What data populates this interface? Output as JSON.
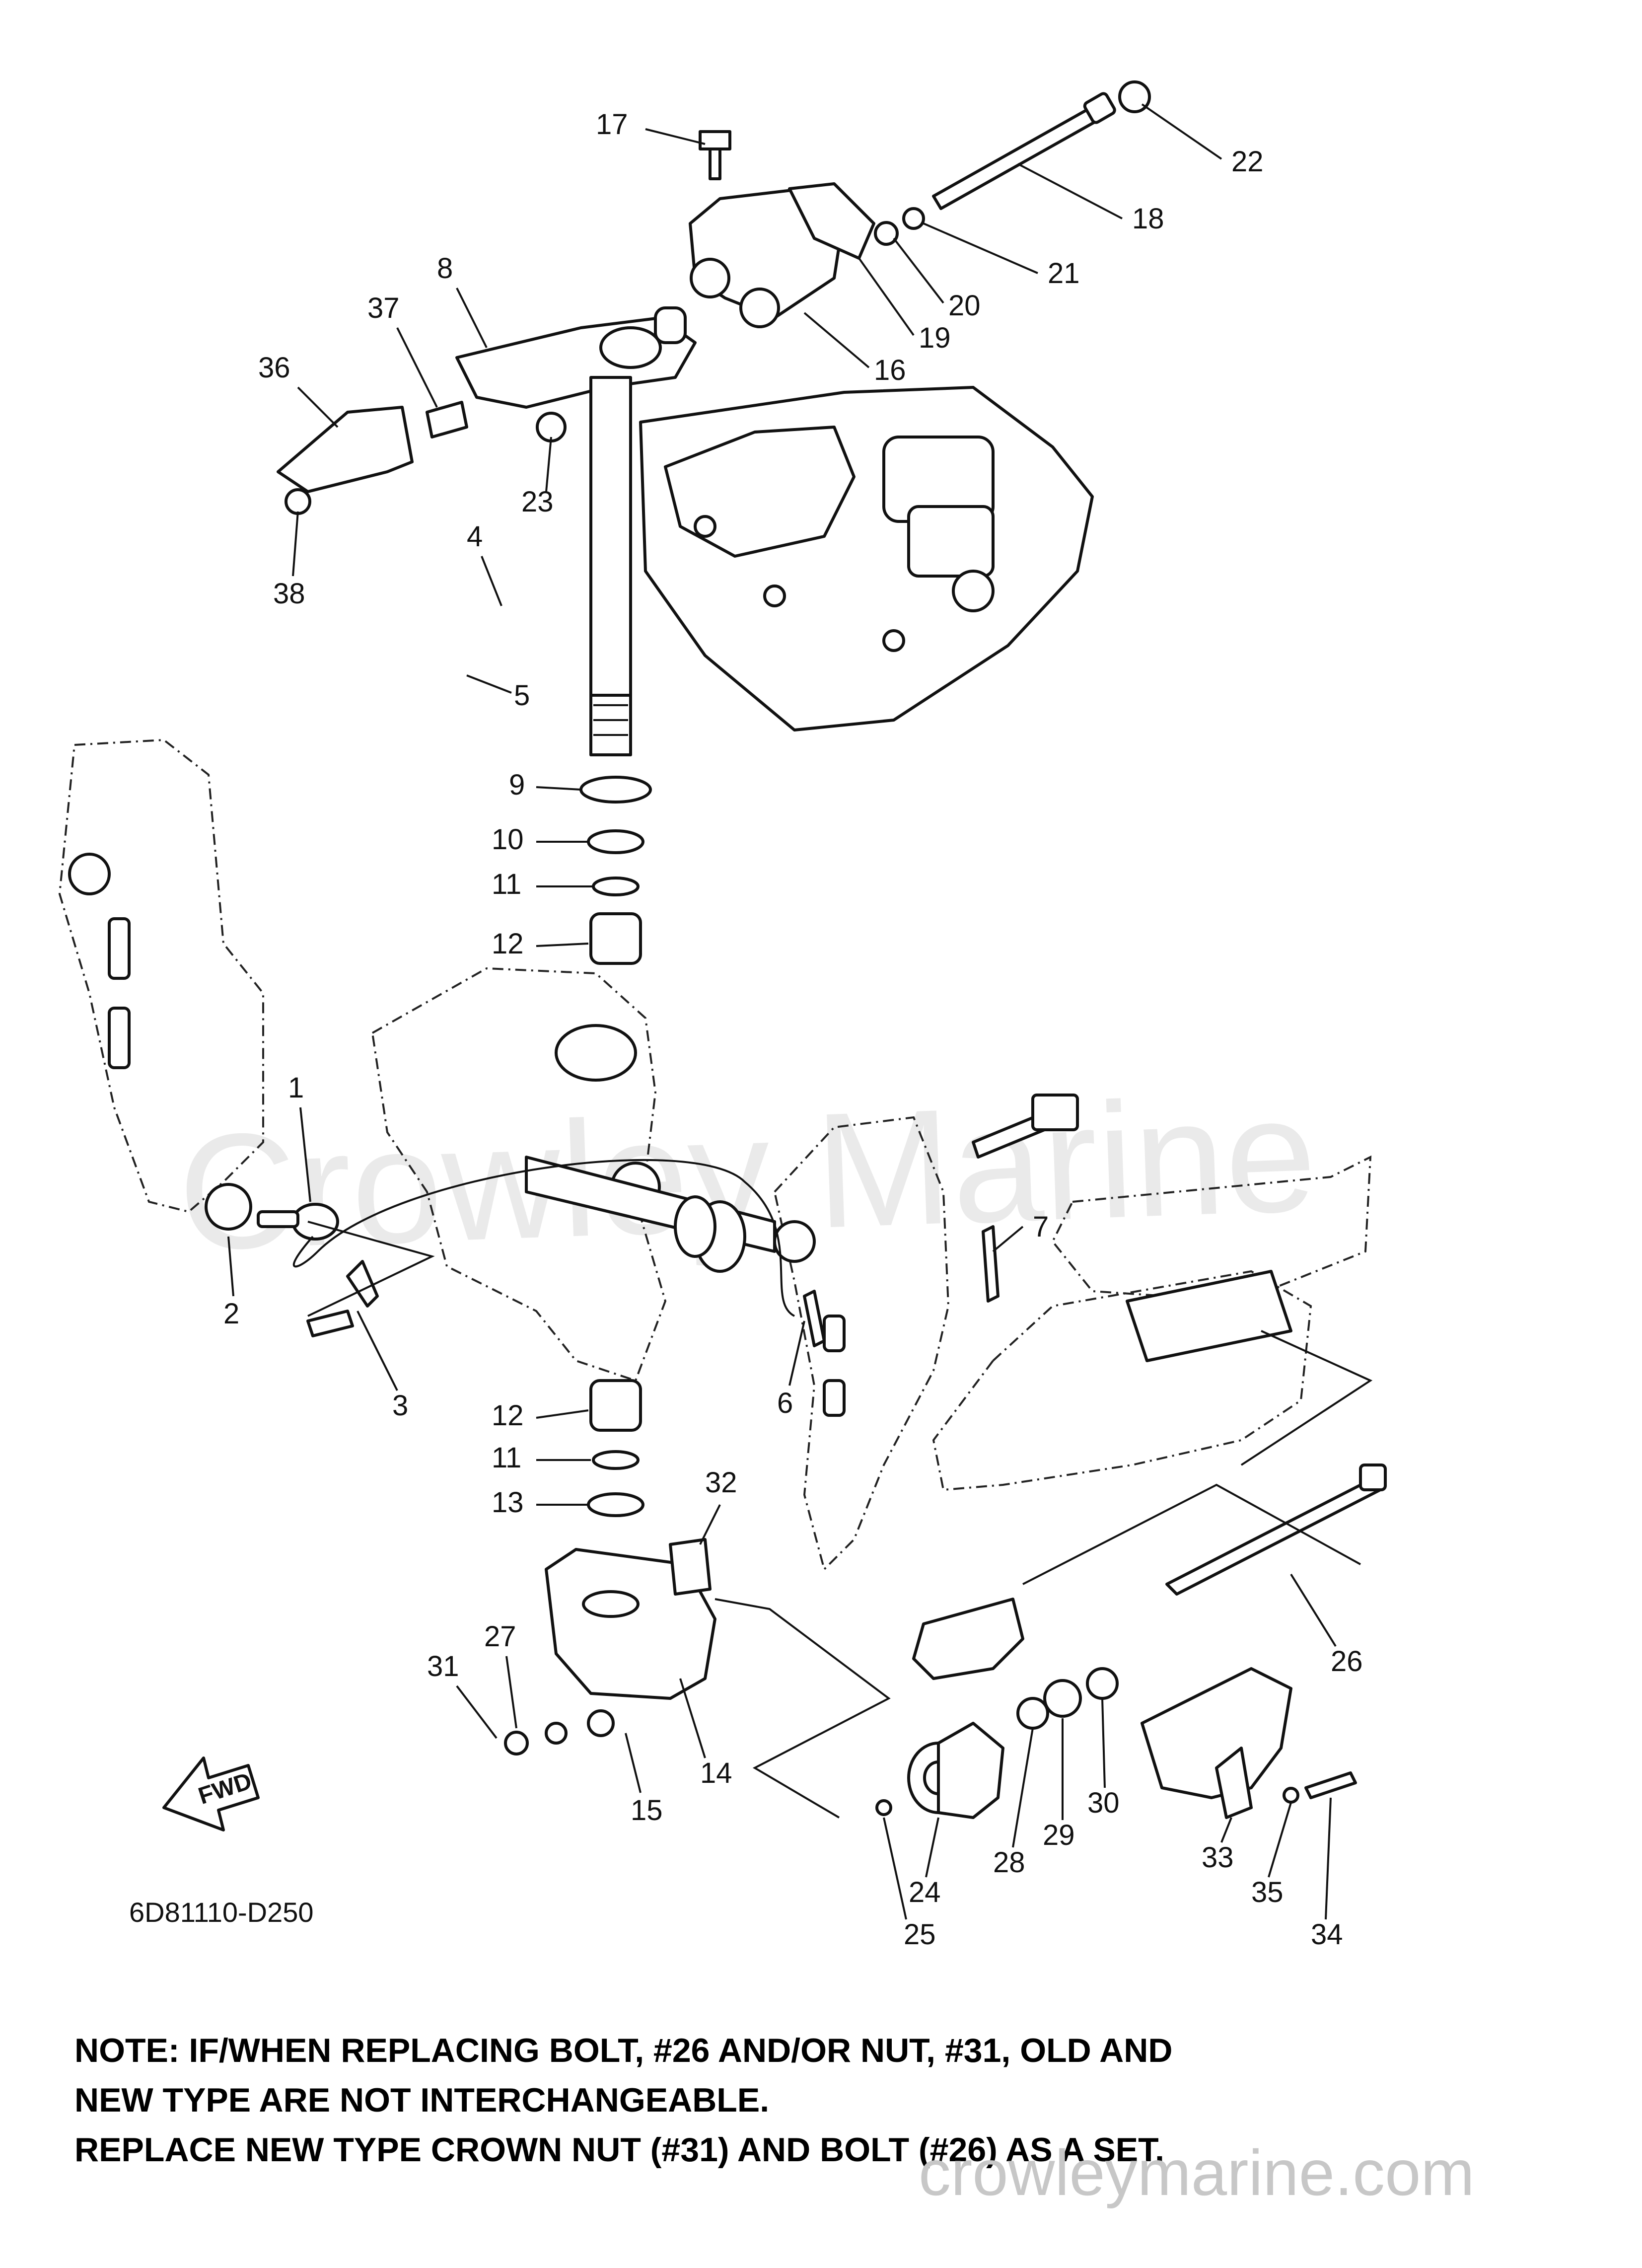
{
  "diagram": {
    "part_code": "6D81110-D250",
    "fwd_label": "FWD",
    "watermark": "Crowley Marine",
    "site_watermark": "crowleymarine.com",
    "callouts": [
      "17",
      "22",
      "18",
      "21",
      "20",
      "19",
      "16",
      "8",
      "37",
      "36",
      "23",
      "38",
      "4",
      "5",
      "9",
      "10",
      "11",
      "12",
      "1",
      "2",
      "3",
      "7",
      "6",
      "12",
      "11",
      "13",
      "32",
      "27",
      "31",
      "14",
      "15",
      "26",
      "24",
      "28",
      "29",
      "30",
      "33",
      "35",
      "25",
      "34"
    ]
  },
  "note": {
    "lines": [
      "NOTE: IF/WHEN REPLACING BOLT, #26 AND/OR NUT, #31, OLD AND",
      "NEW TYPE ARE NOT INTERCHANGEABLE.",
      "REPLACE NEW TYPE CROWN NUT (#31) AND BOLT (#26) AS A SET."
    ]
  }
}
